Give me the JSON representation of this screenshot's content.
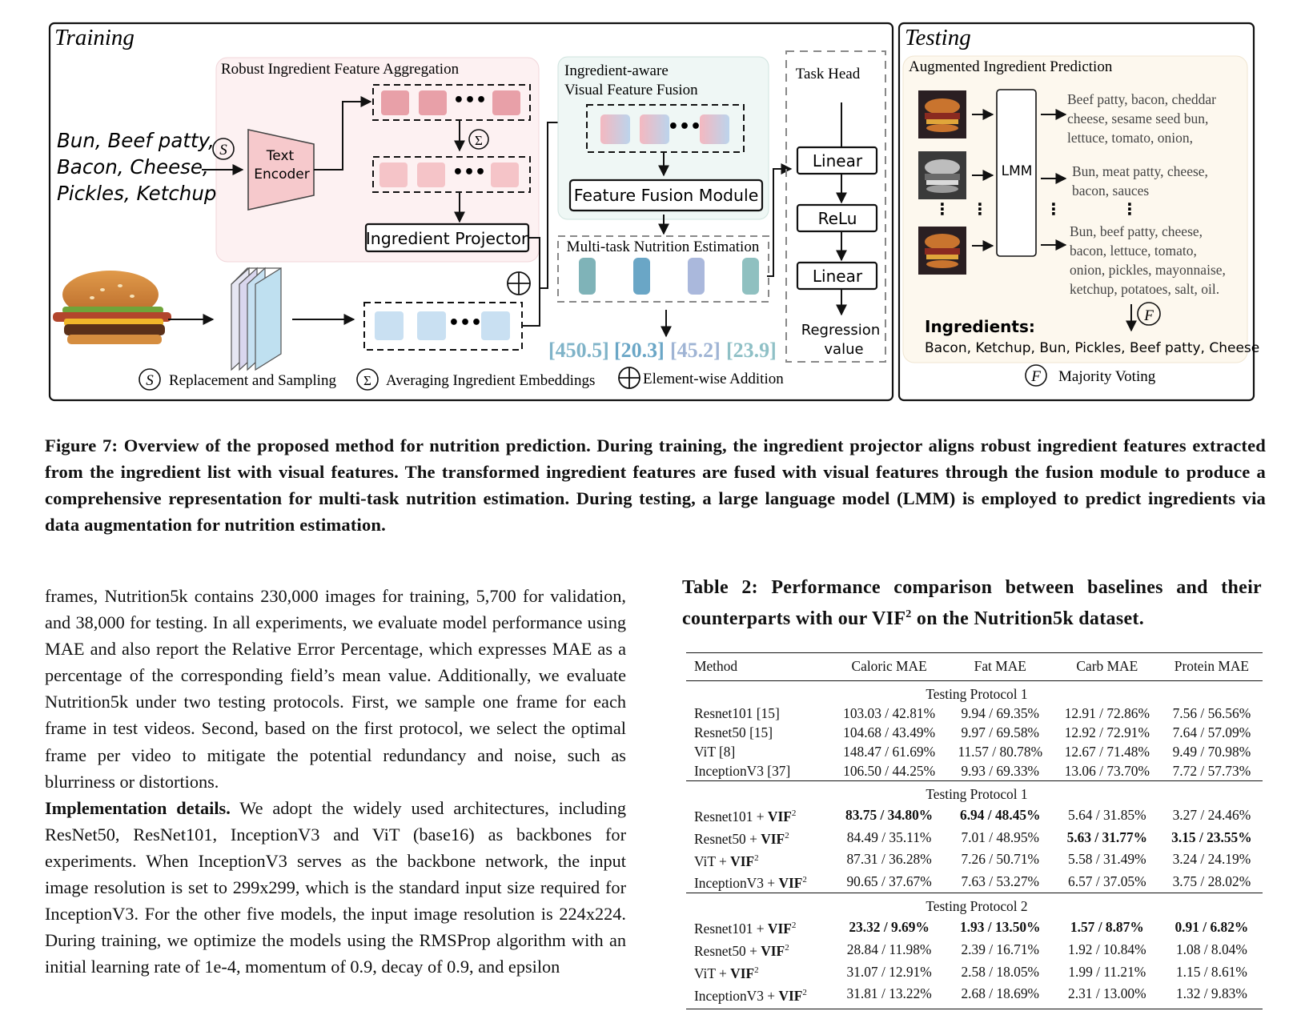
{
  "figure": {
    "training_label": "Training",
    "testing_label": "Testing",
    "rifa_title": "Robust Ingredient Feature Aggregation",
    "ingredient_list": [
      "Bun, Beef patty,",
      "Bacon, Cheese,",
      "Pickles, Ketchup"
    ],
    "text_encoder": [
      "Text",
      "Encoder"
    ],
    "ingredient_projector": "Ingredient Projector",
    "ivff_title": [
      "Ingredient-aware",
      "Visual Feature Fusion"
    ],
    "feature_fusion_module": "Feature Fusion Module",
    "mtne_title": "Multi-task Nutrition Estimation",
    "outputs": [
      "[450.5]",
      "[20.3]",
      "[45.2]",
      "[23.9]"
    ],
    "output_colors": [
      "#7fb3c8",
      "#6aa6c6",
      "#9fb4d4",
      "#8fc0c6"
    ],
    "task_head_title": "Task Head",
    "task_head_layers": [
      "Linear",
      "ReLu",
      "Linear"
    ],
    "regression_value": [
      "Regression",
      "value"
    ],
    "legend": {
      "s_symbol": "S",
      "s_text": "Replacement and Sampling",
      "sigma_symbol": "Σ",
      "sigma_text": "Averaging Ingredient Embeddings",
      "plus_text": "Element-wise Addition",
      "f_symbol": "F",
      "f_text": "Majority Voting"
    },
    "aug_title": "Augmented Ingredient Prediction",
    "lmm": "LMM",
    "predictions": [
      [
        "Beef patty, bacon, cheddar",
        "cheese, sesame seed bun,",
        "lettuce, tomato, onion,"
      ],
      [
        "Bun, meat patty, cheese,",
        "bacon, sauces"
      ],
      [
        "Bun, beef patty,  cheese,",
        "bacon, lettuce, tomato,",
        "onion, pickles, mayonnaise,",
        "ketchup, potatoes, salt, oil."
      ]
    ],
    "ingredients_label": "Ingredients:",
    "ingredients_value": "Bacon, Ketchup, Bun, Pickles, Beef patty, Cheese"
  },
  "caption": {
    "label": "Figure 7:",
    "text": "Overview of the proposed method for nutrition prediction. During training, the ingredient projector aligns robust ingredient features extracted from the ingredient list with visual features. The transformed ingredient features are fused with visual features through the fusion module to produce a comprehensive representation for multi-task nutrition estimation. During testing, a large language model (LMM) is employed to predict ingredients via data augmentation for nutrition estimation."
  },
  "body": {
    "para1": "frames, Nutrition5k contains 230,000 images for training, 5,700 for validation, and 38,000 for testing. In all experiments, we evaluate model performance using MAE and also report the Relative Error Percentage, which expresses MAE as a percentage of the corresponding field’s mean value. Additionally, we evaluate Nutrition5k under two testing protocols. First, we sample one frame for each frame in test videos. Second, based on the first protocol, we select the optimal frame per video to mitigate the potential redundancy and noise, such as blurriness or distortions.",
    "impl_heading": "Implementation details.",
    "impl_text": " We adopt the widely used architectures, including ResNet50, ResNet101, InceptionV3 and ViT (base16) as backbones for experiments. When InceptionV3 serves as the backbone network, the input image resolution is set to 299x299, which is the standard input size required for InceptionV3. For the other five models, the input image resolution is 224x224. During training, we optimize the models using the RMSProp algorithm with an initial learning rate of 1e-4, momentum of 0.9, decay of 0.9, and epsilon"
  },
  "table": {
    "caption_main": "Table 2: Performance comparison between baselines and their counterparts with our VIF",
    "caption_sup": "2",
    "caption_tail": " on the Nutrition5k dataset.",
    "headers": [
      "Method",
      "Caloric MAE",
      "Fat MAE",
      "Carb MAE",
      "Protein MAE"
    ],
    "vif": "VIF",
    "sections": [
      {
        "protocol": "Testing Protocol 1",
        "rows": [
          {
            "method": "Resnet101 [15]",
            "vif": false,
            "cells": [
              "103.03 / 42.81%",
              "9.94 / 69.35%",
              "12.91 / 72.86%",
              "7.56 / 56.56%"
            ],
            "bold": [
              false,
              false,
              false,
              false
            ]
          },
          {
            "method": "Resnet50 [15]",
            "vif": false,
            "cells": [
              "104.68 / 43.49%",
              "9.97 / 69.58%",
              "12.92 / 72.91%",
              "7.64 / 57.09%"
            ],
            "bold": [
              false,
              false,
              false,
              false
            ]
          },
          {
            "method": "ViT [8]",
            "vif": false,
            "cells": [
              "148.47 / 61.69%",
              "11.57 / 80.78%",
              "12.67 / 71.48%",
              "9.49 / 70.98%"
            ],
            "bold": [
              false,
              false,
              false,
              false
            ]
          },
          {
            "method": "InceptionV3 [37]",
            "vif": false,
            "cells": [
              "106.50 / 44.25%",
              "9.93 / 69.33%",
              "13.06 / 73.70%",
              "7.72 / 57.73%"
            ],
            "bold": [
              false,
              false,
              false,
              false
            ]
          }
        ]
      },
      {
        "protocol": "Testing Protocol 1",
        "rows": [
          {
            "method": "Resnet101 + ",
            "vif": true,
            "cells": [
              "83.75 / 34.80%",
              "6.94 / 48.45%",
              "5.64 / 31.85%",
              "3.27 / 24.46%"
            ],
            "bold": [
              true,
              true,
              false,
              false
            ]
          },
          {
            "method": "Resnet50 + ",
            "vif": true,
            "cells": [
              "84.49 / 35.11%",
              "7.01 / 48.95%",
              "5.63 / 31.77%",
              "3.15 / 23.55%"
            ],
            "bold": [
              false,
              false,
              true,
              true
            ]
          },
          {
            "method": "ViT + ",
            "vif": true,
            "cells": [
              "87.31 / 36.28%",
              "7.26 / 50.71%",
              "5.58 / 31.49%",
              "3.24 / 24.19%"
            ],
            "bold": [
              false,
              false,
              false,
              false
            ]
          },
          {
            "method": "InceptionV3 + ",
            "vif": true,
            "cells": [
              "90.65 / 37.67%",
              "7.63 / 53.27%",
              "6.57 / 37.05%",
              "3.75 / 28.02%"
            ],
            "bold": [
              false,
              false,
              false,
              false
            ]
          }
        ]
      },
      {
        "protocol": "Testing Protocol 2",
        "rows": [
          {
            "method": "Resnet101 + ",
            "vif": true,
            "cells": [
              "23.32 / 9.69%",
              "1.93 / 13.50%",
              "1.57 / 8.87%",
              "0.91 / 6.82%"
            ],
            "bold": [
              true,
              true,
              true,
              true
            ]
          },
          {
            "method": "Resnet50 + ",
            "vif": true,
            "cells": [
              "28.84 / 11.98%",
              "2.39 / 16.71%",
              "1.92 / 10.84%",
              "1.08 / 8.04%"
            ],
            "bold": [
              false,
              false,
              false,
              false
            ]
          },
          {
            "method": "ViT + ",
            "vif": true,
            "cells": [
              "31.07 / 12.91%",
              "2.58 / 18.05%",
              "1.99 / 11.21%",
              "1.15 / 8.61%"
            ],
            "bold": [
              false,
              false,
              false,
              false
            ]
          },
          {
            "method": "InceptionV3 + ",
            "vif": true,
            "cells": [
              "31.81 / 13.22%",
              "2.68 / 18.69%",
              "2.31 / 13.00%",
              "1.32 / 9.83%"
            ],
            "bold": [
              false,
              false,
              false,
              false
            ]
          }
        ]
      }
    ]
  }
}
